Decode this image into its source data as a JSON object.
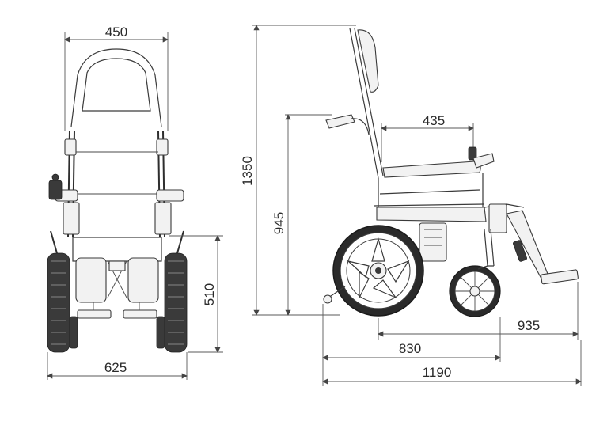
{
  "dimensions": {
    "front_top_width": "450",
    "front_bottom_width": "625",
    "front_height": "510",
    "side_total_height": "1350",
    "side_seat_height": "945",
    "side_seat_depth": "435",
    "side_length_935": "935",
    "side_length_830": "830",
    "side_length_1190": "1190"
  },
  "colors": {
    "line": "#3a3a3a",
    "tire": "#2a2a2a",
    "background": "#ffffff"
  }
}
